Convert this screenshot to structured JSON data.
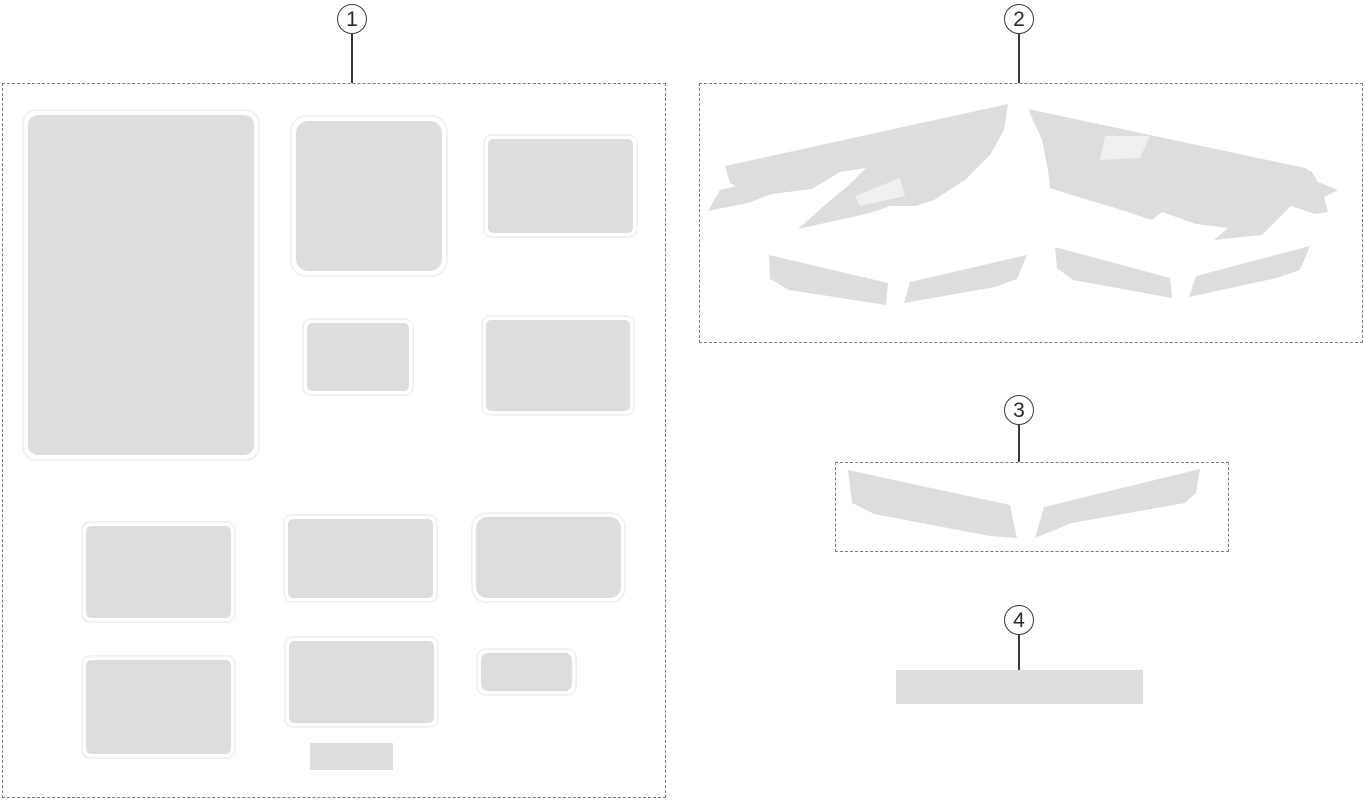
{
  "callouts": [
    {
      "id": "callout-1",
      "label": "1"
    },
    {
      "id": "callout-2",
      "label": "2"
    },
    {
      "id": "callout-3",
      "label": "3"
    },
    {
      "id": "callout-4",
      "label": "4"
    }
  ],
  "colors": {
    "decal_fill": "#dcdedd",
    "dashed_border": "#7a7a7a",
    "leader_line": "#3a3a3a",
    "background": "#ffffff"
  }
}
